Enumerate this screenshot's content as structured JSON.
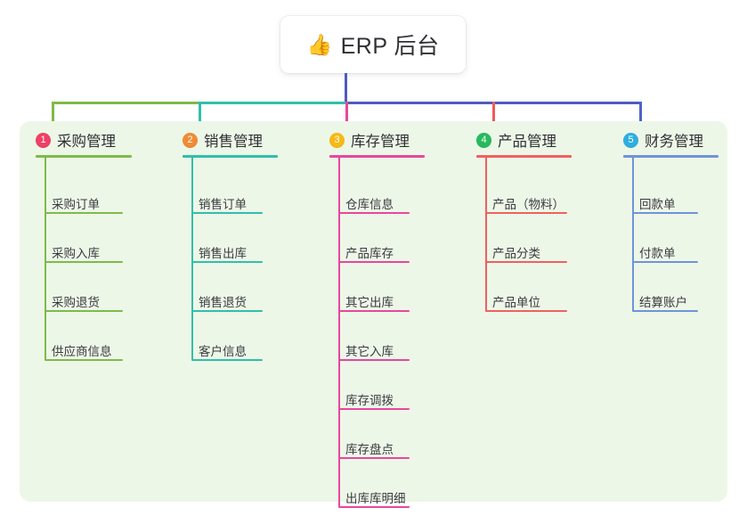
{
  "root": {
    "emoji": "👍",
    "emoji_name": "thumbs-up-icon",
    "title": "ERP 后台"
  },
  "palette": {
    "panel_background": "#edf7e8",
    "page_background": "#ffffff",
    "card_background": "#ffffff",
    "title_text": "#2f3034",
    "trunk_line": "#4f5bbf"
  },
  "columns": [
    {
      "number": "1",
      "title": "采购管理",
      "badge_color": "#f04065",
      "line_color": "#7dbb49",
      "connector_color": "#7dbb49",
      "items": [
        "采购订单",
        "采购入库",
        "采购退货",
        "供应商信息"
      ]
    },
    {
      "number": "2",
      "title": "销售管理",
      "badge_color": "#f08b34",
      "line_color": "#2fc0ab",
      "connector_color": "#2fc0ab",
      "items": [
        "销售订单",
        "销售出库",
        "销售退货",
        "客户信息"
      ]
    },
    {
      "number": "3",
      "title": "库存管理",
      "badge_color": "#f7b916",
      "line_color": "#e8479b",
      "connector_color": "#e8479b",
      "items": [
        "仓库信息",
        "产品库存",
        "其它出库",
        "其它入库",
        "库存调拨",
        "库存盘点",
        "出库库明细"
      ]
    },
    {
      "number": "4",
      "title": "产品管理",
      "badge_color": "#27ba5c",
      "line_color": "#f06060",
      "connector_color": "#f05b5b",
      "items": [
        "产品（物料）",
        "产品分类",
        "产品单位"
      ]
    },
    {
      "number": "5",
      "title": "财务管理",
      "badge_color": "#2eaee0",
      "line_color": "#6f94d8",
      "connector_color": "#4f63c8",
      "items": [
        "回款单",
        "付款单",
        "结算账户"
      ]
    }
  ]
}
